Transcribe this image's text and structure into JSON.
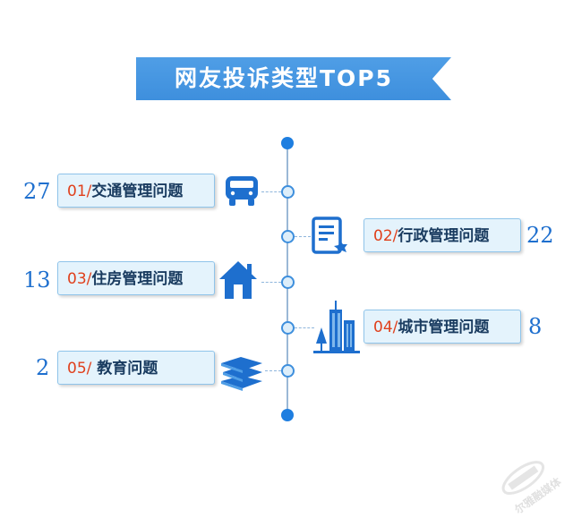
{
  "title": "网友投诉类型TOP5",
  "items": [
    {
      "rank": "01/",
      "label": "交通管理问题",
      "count": "27",
      "icon": "bus-icon"
    },
    {
      "rank": "02/",
      "label": "行政管理问题",
      "count": "22",
      "icon": "document-badge-icon"
    },
    {
      "rank": "03/",
      "label": "住房管理问题",
      "count": "13",
      "icon": "house-icon"
    },
    {
      "rank": "04/",
      "label": "城市管理问题",
      "count": "8",
      "icon": "city-buildings-icon"
    },
    {
      "rank": "05/",
      "label": "教育问题",
      "count": "2",
      "icon": "books-icon"
    }
  ],
  "watermark": "尔雅融媒体",
  "colors": {
    "primary": "#3e8fdd",
    "rank": "#e0401c",
    "box_bg": "#e4f3fc"
  }
}
